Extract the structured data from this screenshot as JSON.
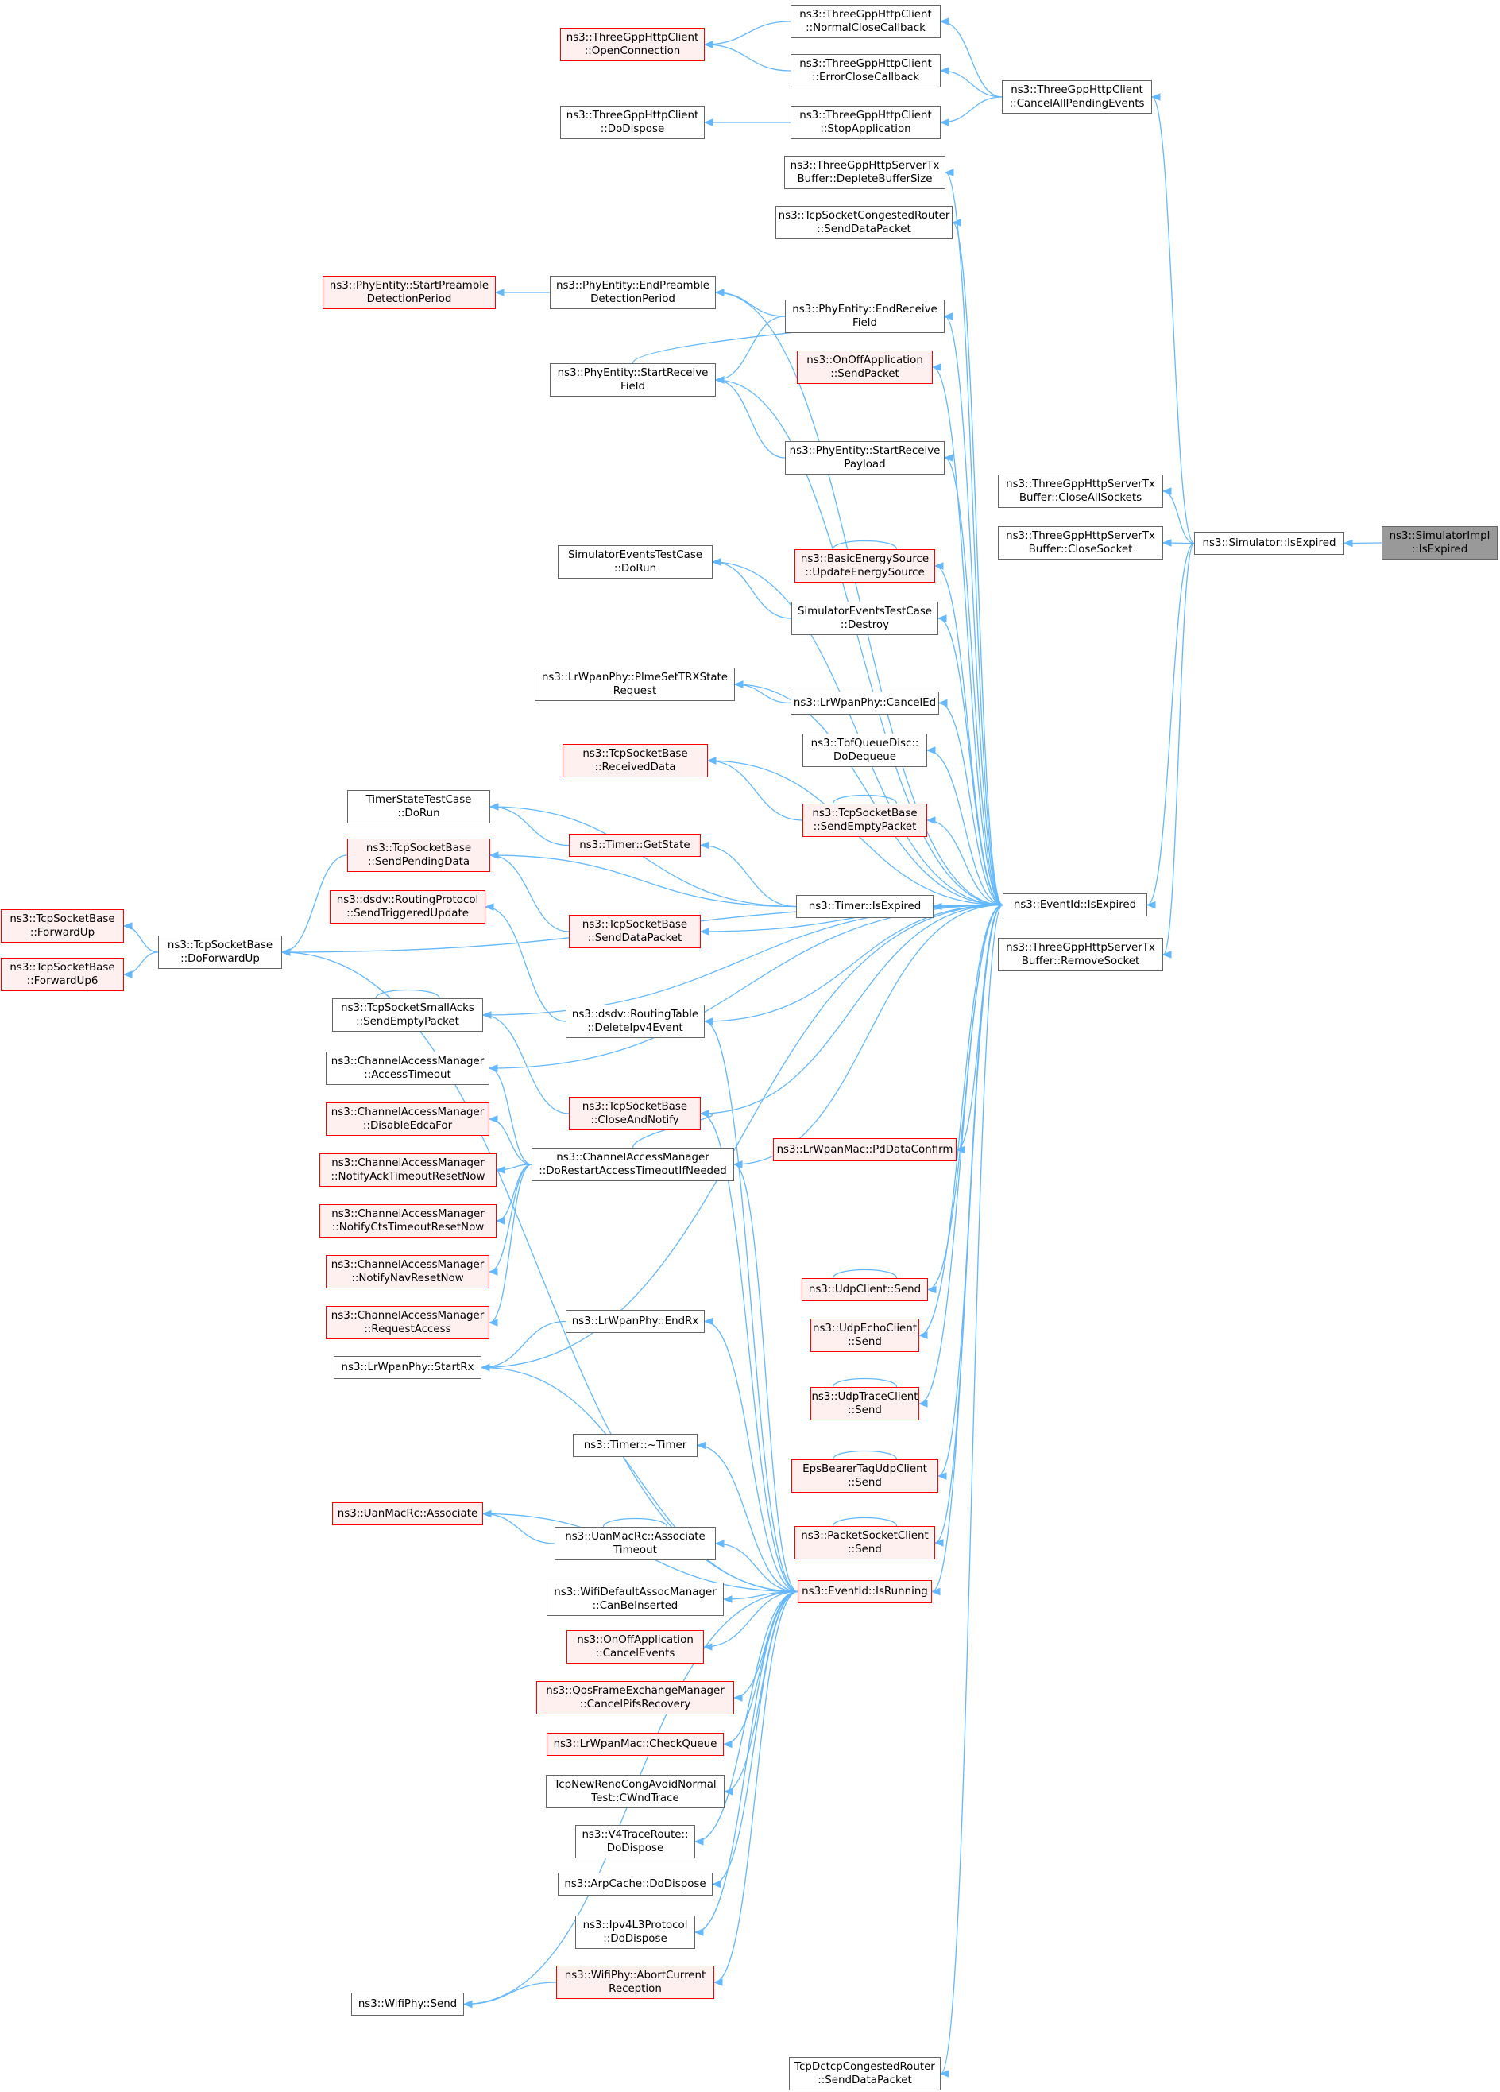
{
  "nodes": [
    {
      "id": "impl",
      "lines": [
        "ns3::SimulatorImpl",
        "::IsExpired"
      ],
      "style": "gray"
    },
    {
      "id": "sim",
      "lines": [
        "ns3::Simulator::IsExpired"
      ],
      "style": "normal"
    },
    {
      "id": "closeall",
      "lines": [
        "ns3::ThreeGppHttpServerTx",
        "Buffer::CloseAllSockets"
      ],
      "style": "normal"
    },
    {
      "id": "closesock",
      "lines": [
        "ns3::ThreeGppHttpServerTx",
        "Buffer::CloseSocket"
      ],
      "style": "normal"
    },
    {
      "id": "removesock",
      "lines": [
        "ns3::ThreeGppHttpServerTx",
        "Buffer::RemoveSocket"
      ],
      "style": "normal"
    },
    {
      "id": "cancelall",
      "lines": [
        "ns3::ThreeGppHttpClient",
        "::CancelAllPendingEvents"
      ],
      "style": "normal"
    },
    {
      "id": "normalclose",
      "lines": [
        "ns3::ThreeGppHttpClient",
        "::NormalCloseCallback"
      ],
      "style": "normal"
    },
    {
      "id": "errorclose",
      "lines": [
        "ns3::ThreeGppHttpClient",
        "::ErrorCloseCallback"
      ],
      "style": "normal"
    },
    {
      "id": "stopapp",
      "lines": [
        "ns3::ThreeGppHttpClient",
        "::StopApplication"
      ],
      "style": "normal"
    },
    {
      "id": "openconn",
      "lines": [
        "ns3::ThreeGppHttpClient",
        "::OpenConnection"
      ],
      "style": "red"
    },
    {
      "id": "dodispose",
      "lines": [
        "ns3::ThreeGppHttpClient",
        "::DoDispose"
      ],
      "style": "normal"
    },
    {
      "id": "event",
      "lines": [
        "ns3::EventId::IsExpired"
      ],
      "style": "normal"
    },
    {
      "id": "deplete",
      "lines": [
        "ns3::ThreeGppHttpServerTx",
        "Buffer::DepleteBufferSize"
      ],
      "style": "normal"
    },
    {
      "id": "tcpcong",
      "lines": [
        "ns3::TcpSocketCongestedRouter",
        "::SendDataPacket"
      ],
      "style": "normal"
    },
    {
      "id": "endpre",
      "lines": [
        "ns3::PhyEntity::EndPreamble",
        "DetectionPeriod"
      ],
      "style": "normal"
    },
    {
      "id": "startpre",
      "lines": [
        "ns3::PhyEntity::StartPreamble",
        "DetectionPeriod"
      ],
      "style": "red"
    },
    {
      "id": "endrecv",
      "lines": [
        "ns3::PhyEntity::EndReceive",
        "Field"
      ],
      "style": "normal"
    },
    {
      "id": "onoffsend",
      "lines": [
        "ns3::OnOffApplication",
        "::SendPacket"
      ],
      "style": "red"
    },
    {
      "id": "startrecv",
      "lines": [
        "ns3::PhyEntity::StartReceive",
        "Field"
      ],
      "style": "normal"
    },
    {
      "id": "startpay",
      "lines": [
        "ns3::PhyEntity::StartReceive",
        "Payload"
      ],
      "style": "normal"
    },
    {
      "id": "basic",
      "lines": [
        "ns3::BasicEnergySource",
        "::UpdateEnergySource"
      ],
      "style": "red"
    },
    {
      "id": "simrun",
      "lines": [
        "SimulatorEventsTestCase",
        "::DoRun"
      ],
      "style": "normal"
    },
    {
      "id": "simdes",
      "lines": [
        "SimulatorEventsTestCase",
        "::Destroy"
      ],
      "style": "normal"
    },
    {
      "id": "plme",
      "lines": [
        "ns3::LrWpanPhy::PlmeSetTRXState",
        "Request"
      ],
      "style": "normal"
    },
    {
      "id": "canceled",
      "lines": [
        "ns3::LrWpanPhy::CancelEd"
      ],
      "style": "normal"
    },
    {
      "id": "tbf",
      "lines": [
        "ns3::TbfQueueDisc::",
        "DoDequeue"
      ],
      "style": "normal"
    },
    {
      "id": "recvdata",
      "lines": [
        "ns3::TcpSocketBase",
        "::ReceivedData"
      ],
      "style": "red"
    },
    {
      "id": "sendempty",
      "lines": [
        "ns3::TcpSocketBase",
        "::SendEmptyPacket"
      ],
      "style": "red"
    },
    {
      "id": "timerrun",
      "lines": [
        "TimerStateTestCase",
        "::DoRun"
      ],
      "style": "normal"
    },
    {
      "id": "getstate",
      "lines": [
        "ns3::Timer::GetState"
      ],
      "style": "red"
    },
    {
      "id": "sendpend",
      "lines": [
        "ns3::TcpSocketBase",
        "::SendPendingData"
      ],
      "style": "red"
    },
    {
      "id": "timerexp",
      "lines": [
        "ns3::Timer::IsExpired"
      ],
      "style": "normal"
    },
    {
      "id": "dsdvsend",
      "lines": [
        "ns3::dsdv::RoutingProtocol",
        "::SendTriggeredUpdate"
      ],
      "style": "red"
    },
    {
      "id": "senddata",
      "lines": [
        "ns3::TcpSocketBase",
        "::SendDataPacket"
      ],
      "style": "red"
    },
    {
      "id": "fwdup",
      "lines": [
        "ns3::TcpSocketBase",
        "::ForwardUp"
      ],
      "style": "red"
    },
    {
      "id": "fwdup6",
      "lines": [
        "ns3::TcpSocketBase",
        "::ForwardUp6"
      ],
      "style": "red"
    },
    {
      "id": "dofwd",
      "lines": [
        "ns3::TcpSocketBase",
        "::DoForwardUp"
      ],
      "style": "normal"
    },
    {
      "id": "smallacks",
      "lines": [
        "ns3::TcpSocketSmallAcks",
        "::SendEmptyPacket"
      ],
      "style": "normal"
    },
    {
      "id": "deleteipv4",
      "lines": [
        "ns3::dsdv::RoutingTable",
        "::DeleteIpv4Event"
      ],
      "style": "normal"
    },
    {
      "id": "accesstimeout",
      "lines": [
        "ns3::ChannelAccessManager",
        "::AccessTimeout"
      ],
      "style": "normal"
    },
    {
      "id": "closenotify",
      "lines": [
        "ns3::TcpSocketBase",
        "::CloseAndNotify"
      ],
      "style": "red"
    },
    {
      "id": "disableedca",
      "lines": [
        "ns3::ChannelAccessManager",
        "::DisableEdcaFor"
      ],
      "style": "red"
    },
    {
      "id": "pddata",
      "lines": [
        "ns3::LrWpanMac::PdDataConfirm"
      ],
      "style": "red"
    },
    {
      "id": "notifyack",
      "lines": [
        "ns3::ChannelAccessManager",
        "::NotifyAckTimeoutResetNow"
      ],
      "style": "red"
    },
    {
      "id": "dorestart",
      "lines": [
        "ns3::ChannelAccessManager",
        "::DoRestartAccessTimeoutIfNeeded"
      ],
      "style": "normal"
    },
    {
      "id": "notifycts",
      "lines": [
        "ns3::ChannelAccessManager",
        "::NotifyCtsTimeoutResetNow"
      ],
      "style": "red"
    },
    {
      "id": "notifynav",
      "lines": [
        "ns3::ChannelAccessManager",
        "::NotifyNavResetNow"
      ],
      "style": "red"
    },
    {
      "id": "udpclient",
      "lines": [
        "ns3::UdpClient::Send"
      ],
      "style": "red"
    },
    {
      "id": "reqaccess",
      "lines": [
        "ns3::ChannelAccessManager",
        "::RequestAccess"
      ],
      "style": "red"
    },
    {
      "id": "endrx",
      "lines": [
        "ns3::LrWpanPhy::EndRx"
      ],
      "style": "normal"
    },
    {
      "id": "udpecho",
      "lines": [
        "ns3::UdpEchoClient",
        "::Send"
      ],
      "style": "red"
    },
    {
      "id": "startrx",
      "lines": [
        "ns3::LrWpanPhy::StartRx"
      ],
      "style": "normal"
    },
    {
      "id": "udptrace",
      "lines": [
        "ns3::UdpTraceClient",
        "::Send"
      ],
      "style": "red"
    },
    {
      "id": "timerdtor",
      "lines": [
        "ns3::Timer::~Timer"
      ],
      "style": "normal"
    },
    {
      "id": "epsbearer",
      "lines": [
        "EpsBearerTagUdpClient",
        "::Send"
      ],
      "style": "red"
    },
    {
      "id": "uanassoc",
      "lines": [
        "ns3::UanMacRc::Associate"
      ],
      "style": "red"
    },
    {
      "id": "uantimeout",
      "lines": [
        "ns3::UanMacRc::Associate",
        "Timeout"
      ],
      "style": "normal"
    },
    {
      "id": "packetsock",
      "lines": [
        "ns3::PacketSocketClient",
        "::Send"
      ],
      "style": "red"
    },
    {
      "id": "wifidefault",
      "lines": [
        "ns3::WifiDefaultAssocManager",
        "::CanBeInserted"
      ],
      "style": "normal"
    },
    {
      "id": "isrunning",
      "lines": [
        "ns3::EventId::IsRunning"
      ],
      "style": "red"
    },
    {
      "id": "onoffcancel",
      "lines": [
        "ns3::OnOffApplication",
        "::CancelEvents"
      ],
      "style": "red"
    },
    {
      "id": "qos",
      "lines": [
        "ns3::QosFrameExchangeManager",
        "::CancelPifsRecovery"
      ],
      "style": "red"
    },
    {
      "id": "checkqueue",
      "lines": [
        "ns3::LrWpanMac::CheckQueue"
      ],
      "style": "red"
    },
    {
      "id": "cwnd",
      "lines": [
        "TcpNewRenoCongAvoidNormal",
        "Test::CWndTrace"
      ],
      "style": "normal"
    },
    {
      "id": "v4trace",
      "lines": [
        "ns3::V4TraceRoute::",
        "DoDispose"
      ],
      "style": "normal"
    },
    {
      "id": "arpcache",
      "lines": [
        "ns3::ArpCache::DoDispose"
      ],
      "style": "normal"
    },
    {
      "id": "ipv4l3",
      "lines": [
        "ns3::Ipv4L3Protocol",
        "::DoDispose"
      ],
      "style": "normal"
    },
    {
      "id": "abortcur",
      "lines": [
        "ns3::WifiPhy::AbortCurrent",
        "Reception"
      ],
      "style": "red"
    },
    {
      "id": "wifisend",
      "lines": [
        "ns3::WifiPhy::Send"
      ],
      "style": "normal"
    },
    {
      "id": "dctcp",
      "lines": [
        "TcpDctcpCongestedRouter",
        "::SendDataPacket"
      ],
      "style": "normal"
    }
  ]
}
